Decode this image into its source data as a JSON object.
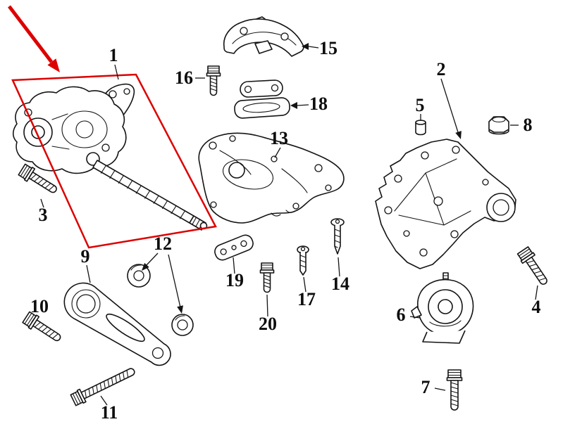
{
  "diagram": {
    "background_color": "#ffffff",
    "line_color": "#141414",
    "highlight_color": "#dd0000",
    "selected_callout": "1",
    "callouts": [
      {
        "label": "1"
      },
      {
        "label": "2"
      },
      {
        "label": "3"
      },
      {
        "label": "4"
      },
      {
        "label": "5"
      },
      {
        "label": "6"
      },
      {
        "label": "7"
      },
      {
        "label": "8"
      },
      {
        "label": "9"
      },
      {
        "label": "10"
      },
      {
        "label": "11"
      },
      {
        "label": "12"
      },
      {
        "label": "13"
      },
      {
        "label": "14"
      },
      {
        "label": "15"
      },
      {
        "label": "16"
      },
      {
        "label": "17"
      },
      {
        "label": "18"
      },
      {
        "label": "19"
      },
      {
        "label": "20"
      }
    ]
  }
}
